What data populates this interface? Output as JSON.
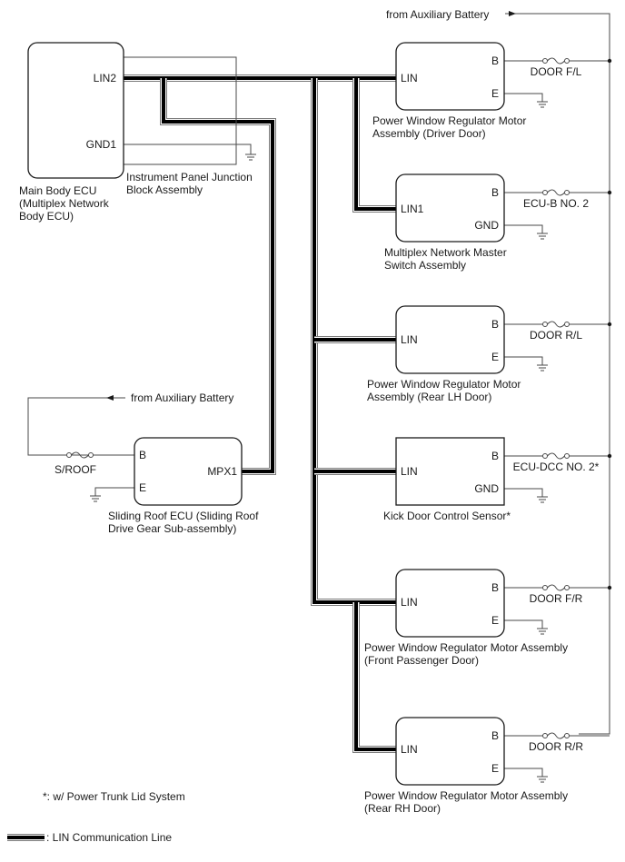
{
  "main_body_ecu": {
    "label_lines": [
      "Main Body ECU",
      "(Multiplex Network",
      "Body ECU)"
    ],
    "pins": {
      "lin": "LIN2",
      "gnd": "GND1"
    }
  },
  "junction_block": {
    "label_lines": [
      "Instrument Panel Junction",
      "Block Assembly"
    ]
  },
  "aux_battery_top": "from Auxiliary Battery",
  "aux_battery_left": "from Auxiliary Battery",
  "sliding_roof": {
    "label_lines": [
      "Sliding Roof ECU (Sliding Roof",
      "Drive Gear Sub-assembly)"
    ],
    "pins": {
      "b": "B",
      "e": "E",
      "lin": "MPX1"
    },
    "fuse": "S/ROOF"
  },
  "modules": [
    {
      "id": "driver-door",
      "label_lines": [
        "Power Window Regulator Motor",
        "Assembly (Driver Door)"
      ],
      "pins": {
        "lin": "LIN",
        "b": "B",
        "gnd": "E"
      },
      "fuse": "DOOR F/L"
    },
    {
      "id": "master-switch",
      "label_lines": [
        "Multiplex Network Master",
        "Switch Assembly"
      ],
      "pins": {
        "lin": "LIN1",
        "b": "B",
        "gnd": "GND"
      },
      "fuse": "ECU-B NO. 2"
    },
    {
      "id": "rear-lh-door",
      "label_lines": [
        "Power Window Regulator Motor",
        "Assembly (Rear LH Door)"
      ],
      "pins": {
        "lin": "LIN",
        "b": "B",
        "gnd": "E"
      },
      "fuse": "DOOR R/L"
    },
    {
      "id": "kick-door-sensor",
      "label_lines": [
        "Kick Door Control Sensor*"
      ],
      "pins": {
        "lin": "LIN",
        "b": "B",
        "gnd": "GND"
      },
      "fuse": "ECU-DCC NO. 2*"
    },
    {
      "id": "front-passenger-door",
      "label_lines": [
        "Power Window Regulator Motor Assembly",
        "(Front Passenger Door)"
      ],
      "pins": {
        "lin": "LIN",
        "b": "B",
        "gnd": "E"
      },
      "fuse": "DOOR F/R"
    },
    {
      "id": "rear-rh-door",
      "label_lines": [
        "Power Window Regulator Motor Assembly",
        "(Rear RH Door)"
      ],
      "pins": {
        "lin": "LIN",
        "b": "B",
        "gnd": "E"
      },
      "fuse": "DOOR R/R"
    }
  ],
  "notes": {
    "footnote": "*: w/ Power Trunk Lid System",
    "legend": ": LIN Communication Line"
  }
}
